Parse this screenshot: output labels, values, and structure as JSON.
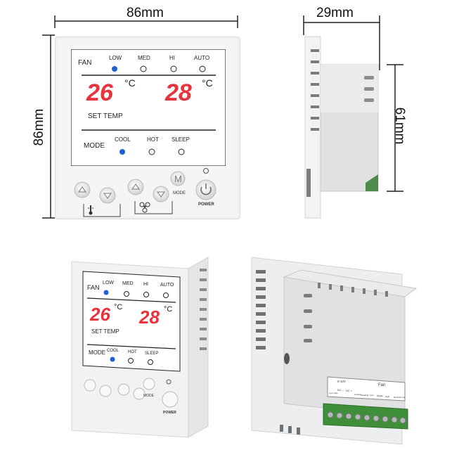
{
  "dimensions": {
    "width": "86mm",
    "height": "86mm",
    "depth": "29mm",
    "body_height": "61mm"
  },
  "lcd": {
    "fan_label": "FAN",
    "fan_options": [
      "LOW",
      "MED",
      "HI",
      "AUTO"
    ],
    "fan_selected": "LOW",
    "room_temp": "26",
    "set_temp": "28",
    "unit": "°C",
    "set_temp_label": "SET TEMP",
    "mode_label": "MODE",
    "mode_options": [
      "COOL",
      "HOT",
      "SLEEP"
    ],
    "mode_selected": "COOL"
  },
  "buttons": {
    "mode_letter": "M",
    "mode_label": "MODE",
    "power_label": "POWER"
  },
  "terminal_block": {
    "header_left": "0-10V",
    "header_fan": "Fan",
    "labels": [
      "Low volts",
      "DC –",
      "DC +",
      "Cooling",
      "Heating",
      "Low",
      "Middle",
      "High",
      "Neutral Line"
    ]
  },
  "colors": {
    "digits": "#e8323c",
    "indicator_on": "#1f5fd6",
    "terminal_green": "#3f8f3a"
  }
}
